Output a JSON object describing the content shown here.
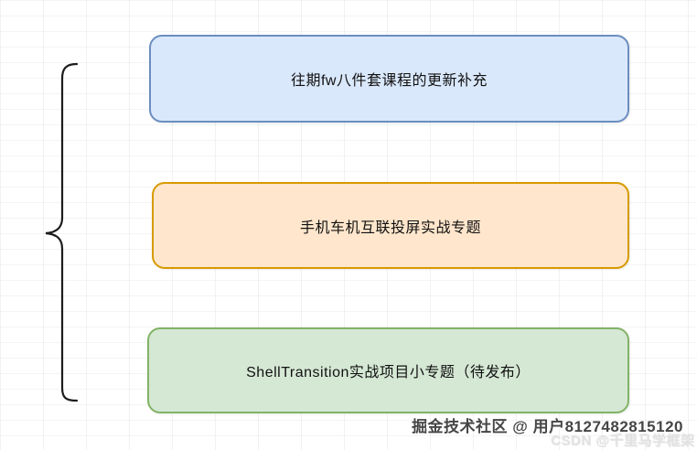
{
  "canvas": {
    "background": "#ffffff",
    "grid_line_color": "#ececec",
    "grid_cell": "47x17"
  },
  "diagram": {
    "brace": {
      "shape": "left-curly-brace",
      "color": "#1c1c1c"
    },
    "nodes": [
      {
        "label": "往期fw八件套课程的更新补充",
        "fill": "#dae8fc",
        "border": "#6c8ebf"
      },
      {
        "label": "手机车机互联投屏实战专题",
        "fill": "#ffe6cc",
        "border": "#d79b00"
      },
      {
        "label": "ShellTransition实战项目小专题（待发布）",
        "fill": "#d5e8d4",
        "border": "#82b366"
      }
    ]
  },
  "watermarks": {
    "primary": {
      "text": "掘金技术社区 @ 用户8127482815120",
      "color": "#454545"
    },
    "secondary": {
      "text": "CSDN @千里马学框架",
      "color": "#e2e2e2"
    }
  }
}
